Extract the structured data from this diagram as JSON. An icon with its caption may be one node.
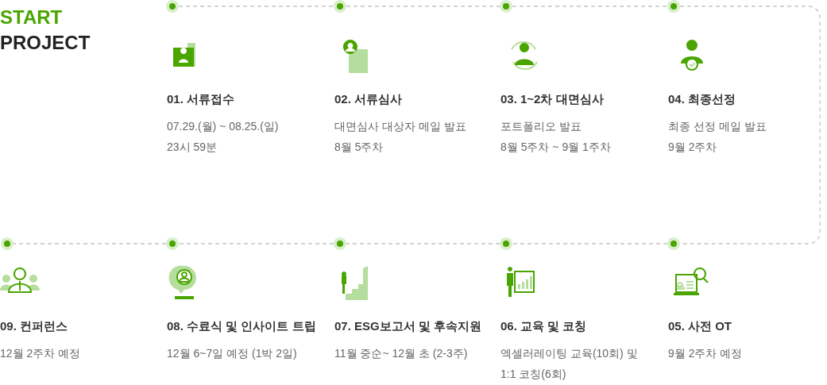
{
  "diagram": {
    "title": "START PROJECT",
    "nodes": [
      {
        "text": [
          "01. 서류접수",
          "07.29.(월) ~ 08.25.(일)",
          "23시 59분"
        ]
      },
      {
        "text": [
          "02. 서류심사",
          "대면심사 대상자 메일 발표",
          "8월 5주차"
        ]
      },
      {
        "text": [
          "03. 1~2차 대면심사",
          "포트폴리오 발표",
          "8월 5주차 ~ 9월 1주차"
        ]
      },
      {
        "text": [
          "04. 최종선정",
          "최종 선정 메일 발표",
          "9월 2주차"
        ]
      },
      {
        "text": [
          "05. 사전 OT",
          "9월 2주차 예정"
        ]
      },
      {
        "text": [
          "06. 교육 및 코칭",
          "엑셀러레이팅 교육(10회) 및 1:1 코칭(6회)"
        ]
      },
      {
        "text": [
          "07. ESG보고서 및 후속지원",
          "11월 중순~ 12월 초 (2-3주)"
        ]
      },
      {
        "text": [
          "08. 수료식 및 인사이트 트립",
          "12월 6~7일 예정 (1박 2일)"
        ]
      },
      {
        "text": [
          "09. 컨퍼런스",
          "12월 2주차 예정"
        ]
      },
      {
        "text": [],
        "shape": "circle"
      },
      {
        "text": [],
        "shape": "circle"
      },
      {
        "text": [],
        "shape": "circle"
      },
      {
        "text": [],
        "shape": "circle"
      },
      {
        "text": [],
        "shape": "circle"
      },
      {
        "text": [],
        "shape": "circle"
      },
      {
        "text": [],
        "shape": "circle"
      },
      {
        "text": [],
        "shape": "circle"
      },
      {
        "text": [],
        "shape": "circle"
      }
    ],
    "edges": [
      {
        "from": 9,
        "to": 10,
        "arrow": "none",
        "style": "dashed"
      },
      {
        "from": 10,
        "to": 11,
        "arrow": "none",
        "style": "dashed"
      },
      {
        "from": 11,
        "to": 12,
        "arrow": "none",
        "style": "dashed"
      },
      {
        "from": 12,
        "to": 13,
        "arrow": "none",
        "style": "dashed"
      },
      {
        "from": 13,
        "to": 14,
        "arrow": "none",
        "style": "dashed"
      },
      {
        "from": 14,
        "to": 15,
        "arrow": "none",
        "style": "dashed"
      },
      {
        "from": 15,
        "to": 16,
        "arrow": "none",
        "style": "dashed"
      },
      {
        "from": 16,
        "to": 17,
        "arrow": "none",
        "style": "dashed"
      }
    ]
  }
}
